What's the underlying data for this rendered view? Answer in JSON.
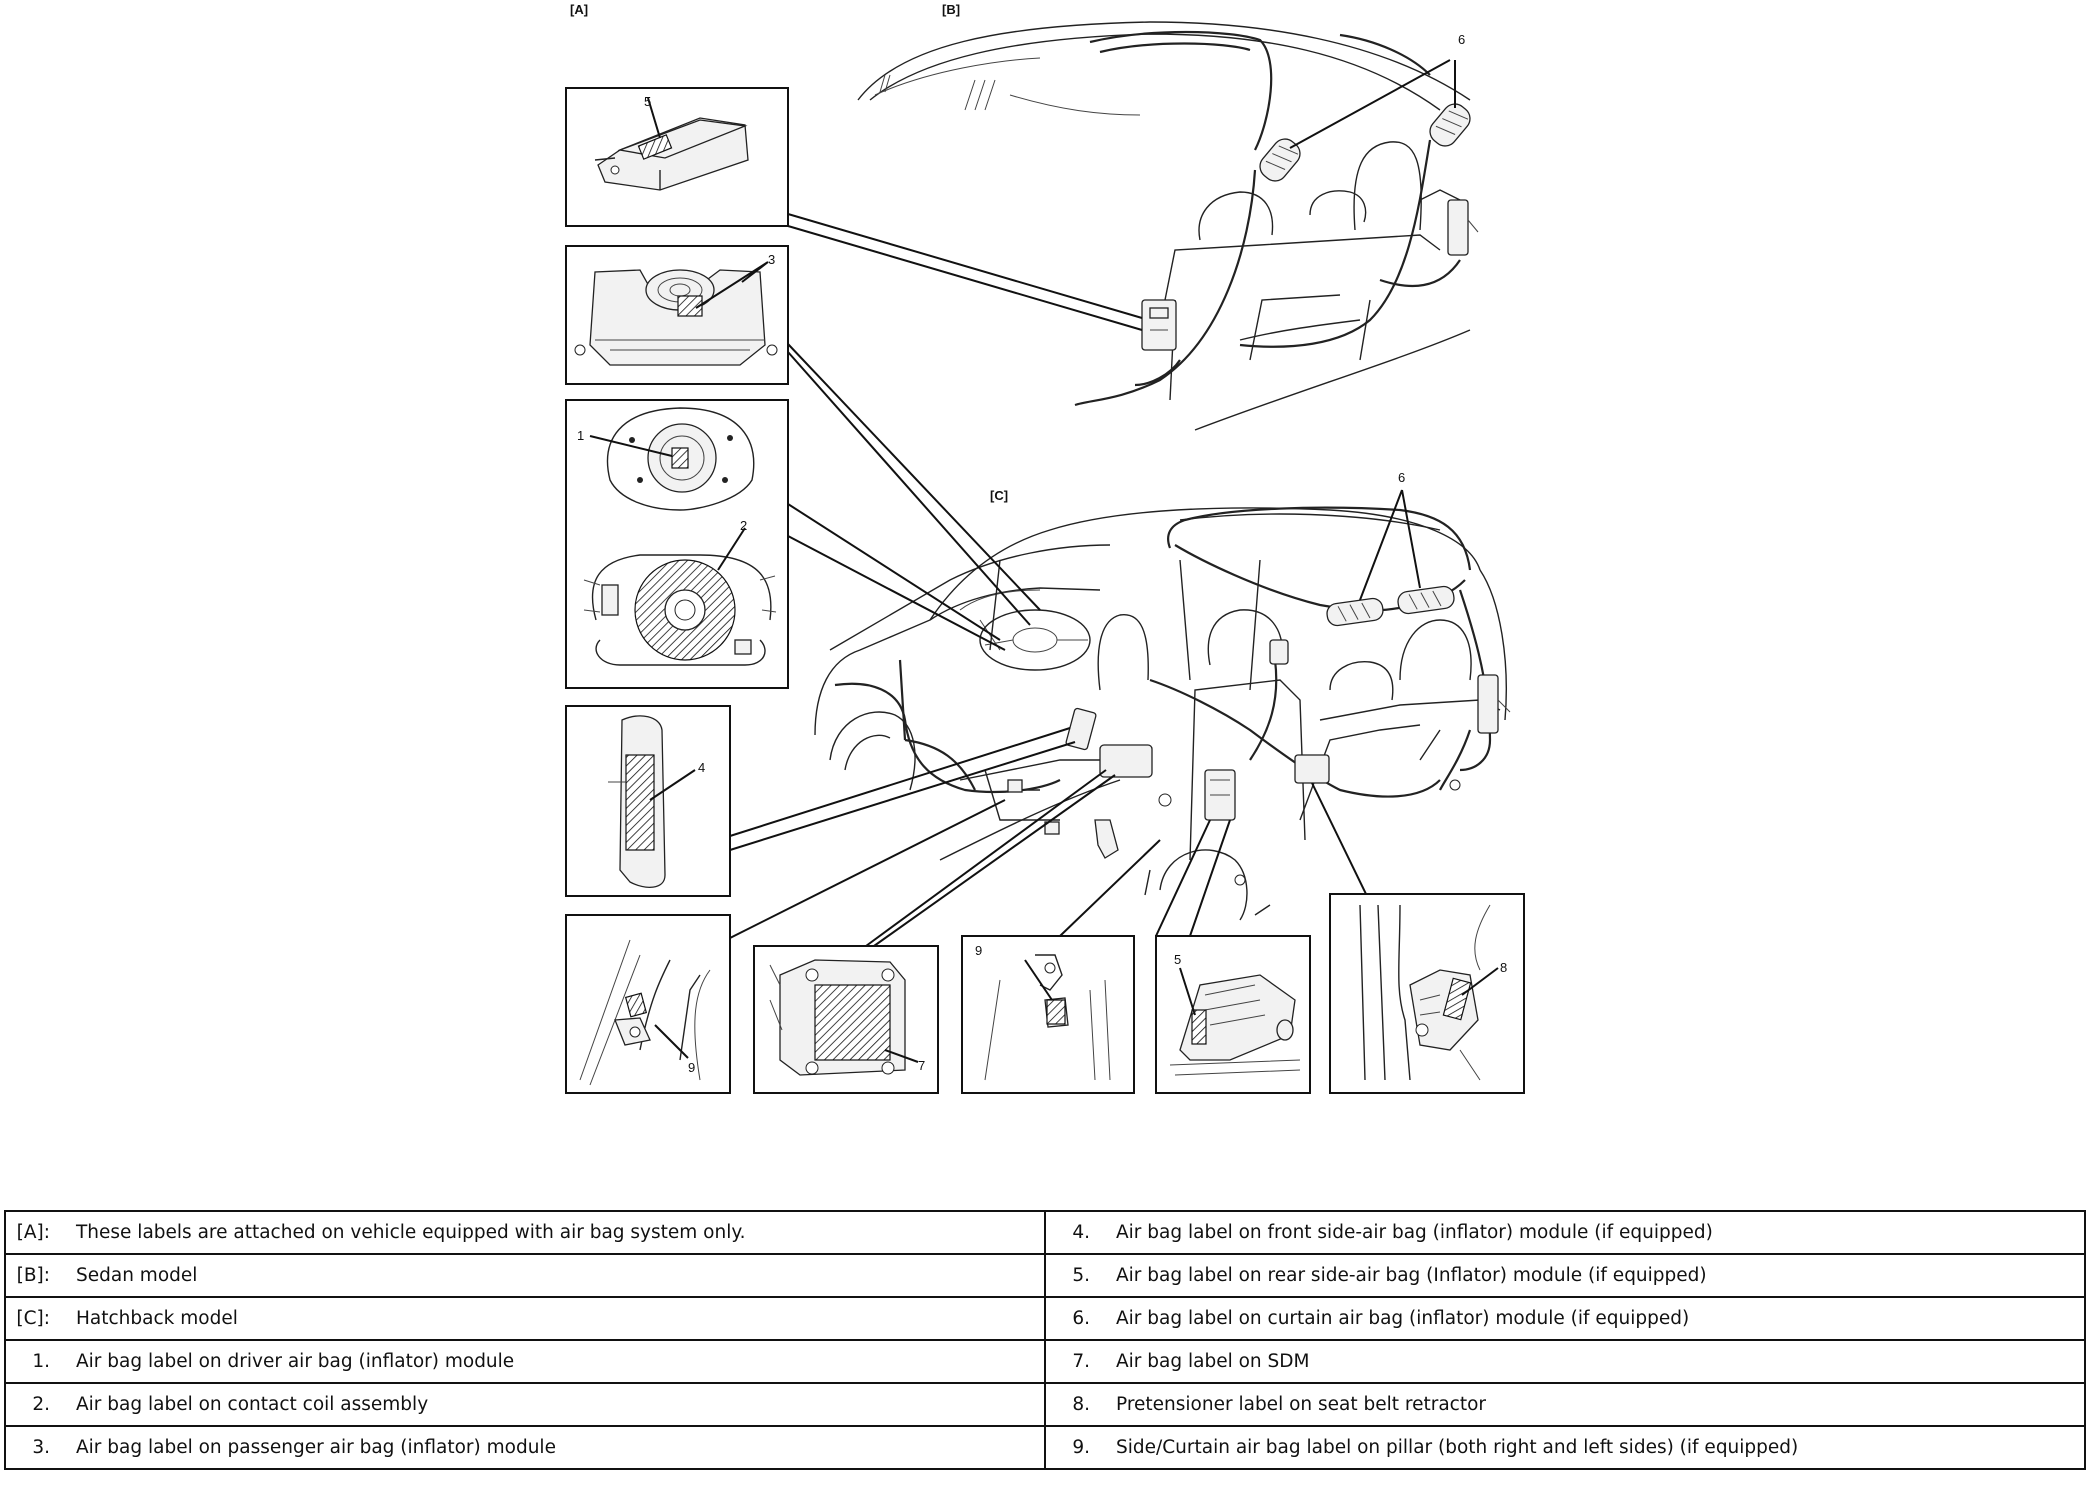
{
  "diagram": {
    "views": {
      "a": "[A]",
      "b": "[B]",
      "c": "[C]"
    },
    "callouts": {
      "n1": "1",
      "n2": "2",
      "n3": "3",
      "n4": "4",
      "n5a": "5",
      "n5b": "5",
      "n6a": "6",
      "n6b": "6",
      "n7": "7",
      "n8": "8",
      "n9a": "9",
      "n9b": "9"
    },
    "colors": {
      "line": "#222222",
      "background": "#ffffff"
    }
  },
  "legend": {
    "left": [
      {
        "key": "[A]:",
        "text": "These labels are attached on vehicle equipped with air bag system only."
      },
      {
        "key": "[B]:",
        "text": "Sedan model"
      },
      {
        "key": "[C]:",
        "text": "Hatchback model"
      },
      {
        "key": "1.",
        "text": "Air bag label on driver air bag (inflator) module"
      },
      {
        "key": "2.",
        "text": "Air bag label on contact coil assembly"
      },
      {
        "key": "3.",
        "text": "Air bag label on passenger air bag (inflator) module"
      }
    ],
    "right": [
      {
        "key": "4.",
        "text": "Air bag label on front side-air bag (inflator) module (if equipped)"
      },
      {
        "key": "5.",
        "text": "Air bag label on rear side-air bag (Inflator) module (if equipped)"
      },
      {
        "key": "6.",
        "text": "Air bag label on curtain air bag (inflator) module (if equipped)"
      },
      {
        "key": "7.",
        "text": "Air bag label on SDM"
      },
      {
        "key": "8.",
        "text": "Pretensioner label on seat belt retractor"
      },
      {
        "key": "9.",
        "text": "Side/Curtain air bag label on pillar (both right and left sides) (if equipped)"
      }
    ]
  }
}
